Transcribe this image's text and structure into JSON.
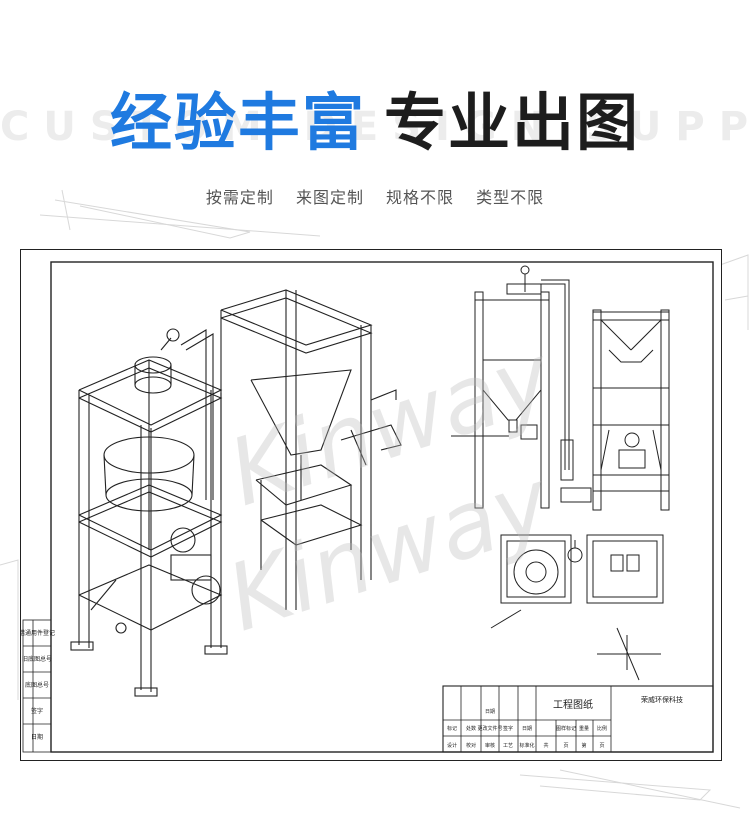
{
  "watermark": "CUSTOM DESIGN SUPPORT",
  "headline": {
    "part1": "经验丰富",
    "part2": "专业出图"
  },
  "subtitle": [
    "按需定制",
    "来图定制",
    "规格不限",
    "类型不限"
  ],
  "drawing_watermark": "Kinway",
  "title_block": {
    "drawing_title": "工程图纸",
    "company": "荣威环保科技",
    "row1": [
      "标记",
      "处数",
      "更改文件号",
      "签字",
      "日期"
    ],
    "row2_right": [
      "图样标记",
      "重量",
      "比例"
    ],
    "row3_right": [
      "共",
      "页",
      "第",
      "页"
    ],
    "left_labels": [
      "设计",
      "校对",
      "审核",
      "工艺",
      "标准化",
      "日期"
    ]
  },
  "left_strip": [
    "借通用件登记",
    "旧底图总号",
    "底图总号",
    "签字",
    "日期"
  ],
  "colors": {
    "blue": "#1f7ae0",
    "dark": "#1d1d1d",
    "line": "#222222"
  }
}
